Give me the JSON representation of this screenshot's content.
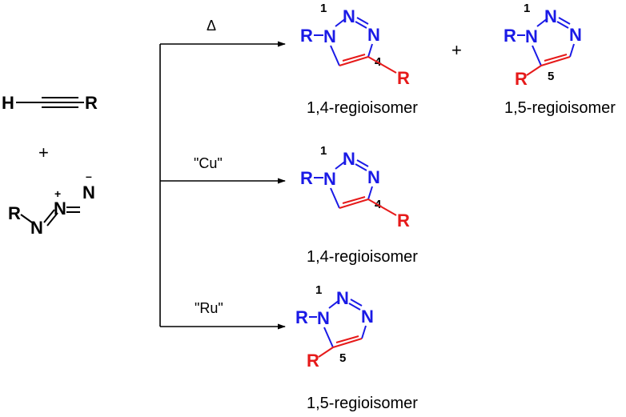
{
  "reactants": {
    "alkyne": {
      "h": "H",
      "r": "R"
    },
    "plus": "+",
    "azide": {
      "r": "R",
      "n1": "N",
      "n2": "N",
      "n3": "N",
      "plus_charge": "+",
      "minus_charge": "–"
    }
  },
  "reactions": [
    {
      "condition": "Δ"
    },
    {
      "condition": "\"Cu\""
    },
    {
      "condition": "\"Ru\""
    }
  ],
  "triazole": {
    "r": "R",
    "n": "N",
    "pos1": "1",
    "pos4": "4",
    "pos5": "5"
  },
  "labels": {
    "thermal_plus": "+",
    "thermal_14": "1,4-regioisomer",
    "thermal_15": "1,5-regioisomer",
    "cu_14": "1,4-regioisomer",
    "ru_15": "1,5-regioisomer"
  },
  "colors": {
    "nitrogen": "#1a1ae6",
    "carbon_substituent": "#e61a1a",
    "black": "#000000"
  }
}
